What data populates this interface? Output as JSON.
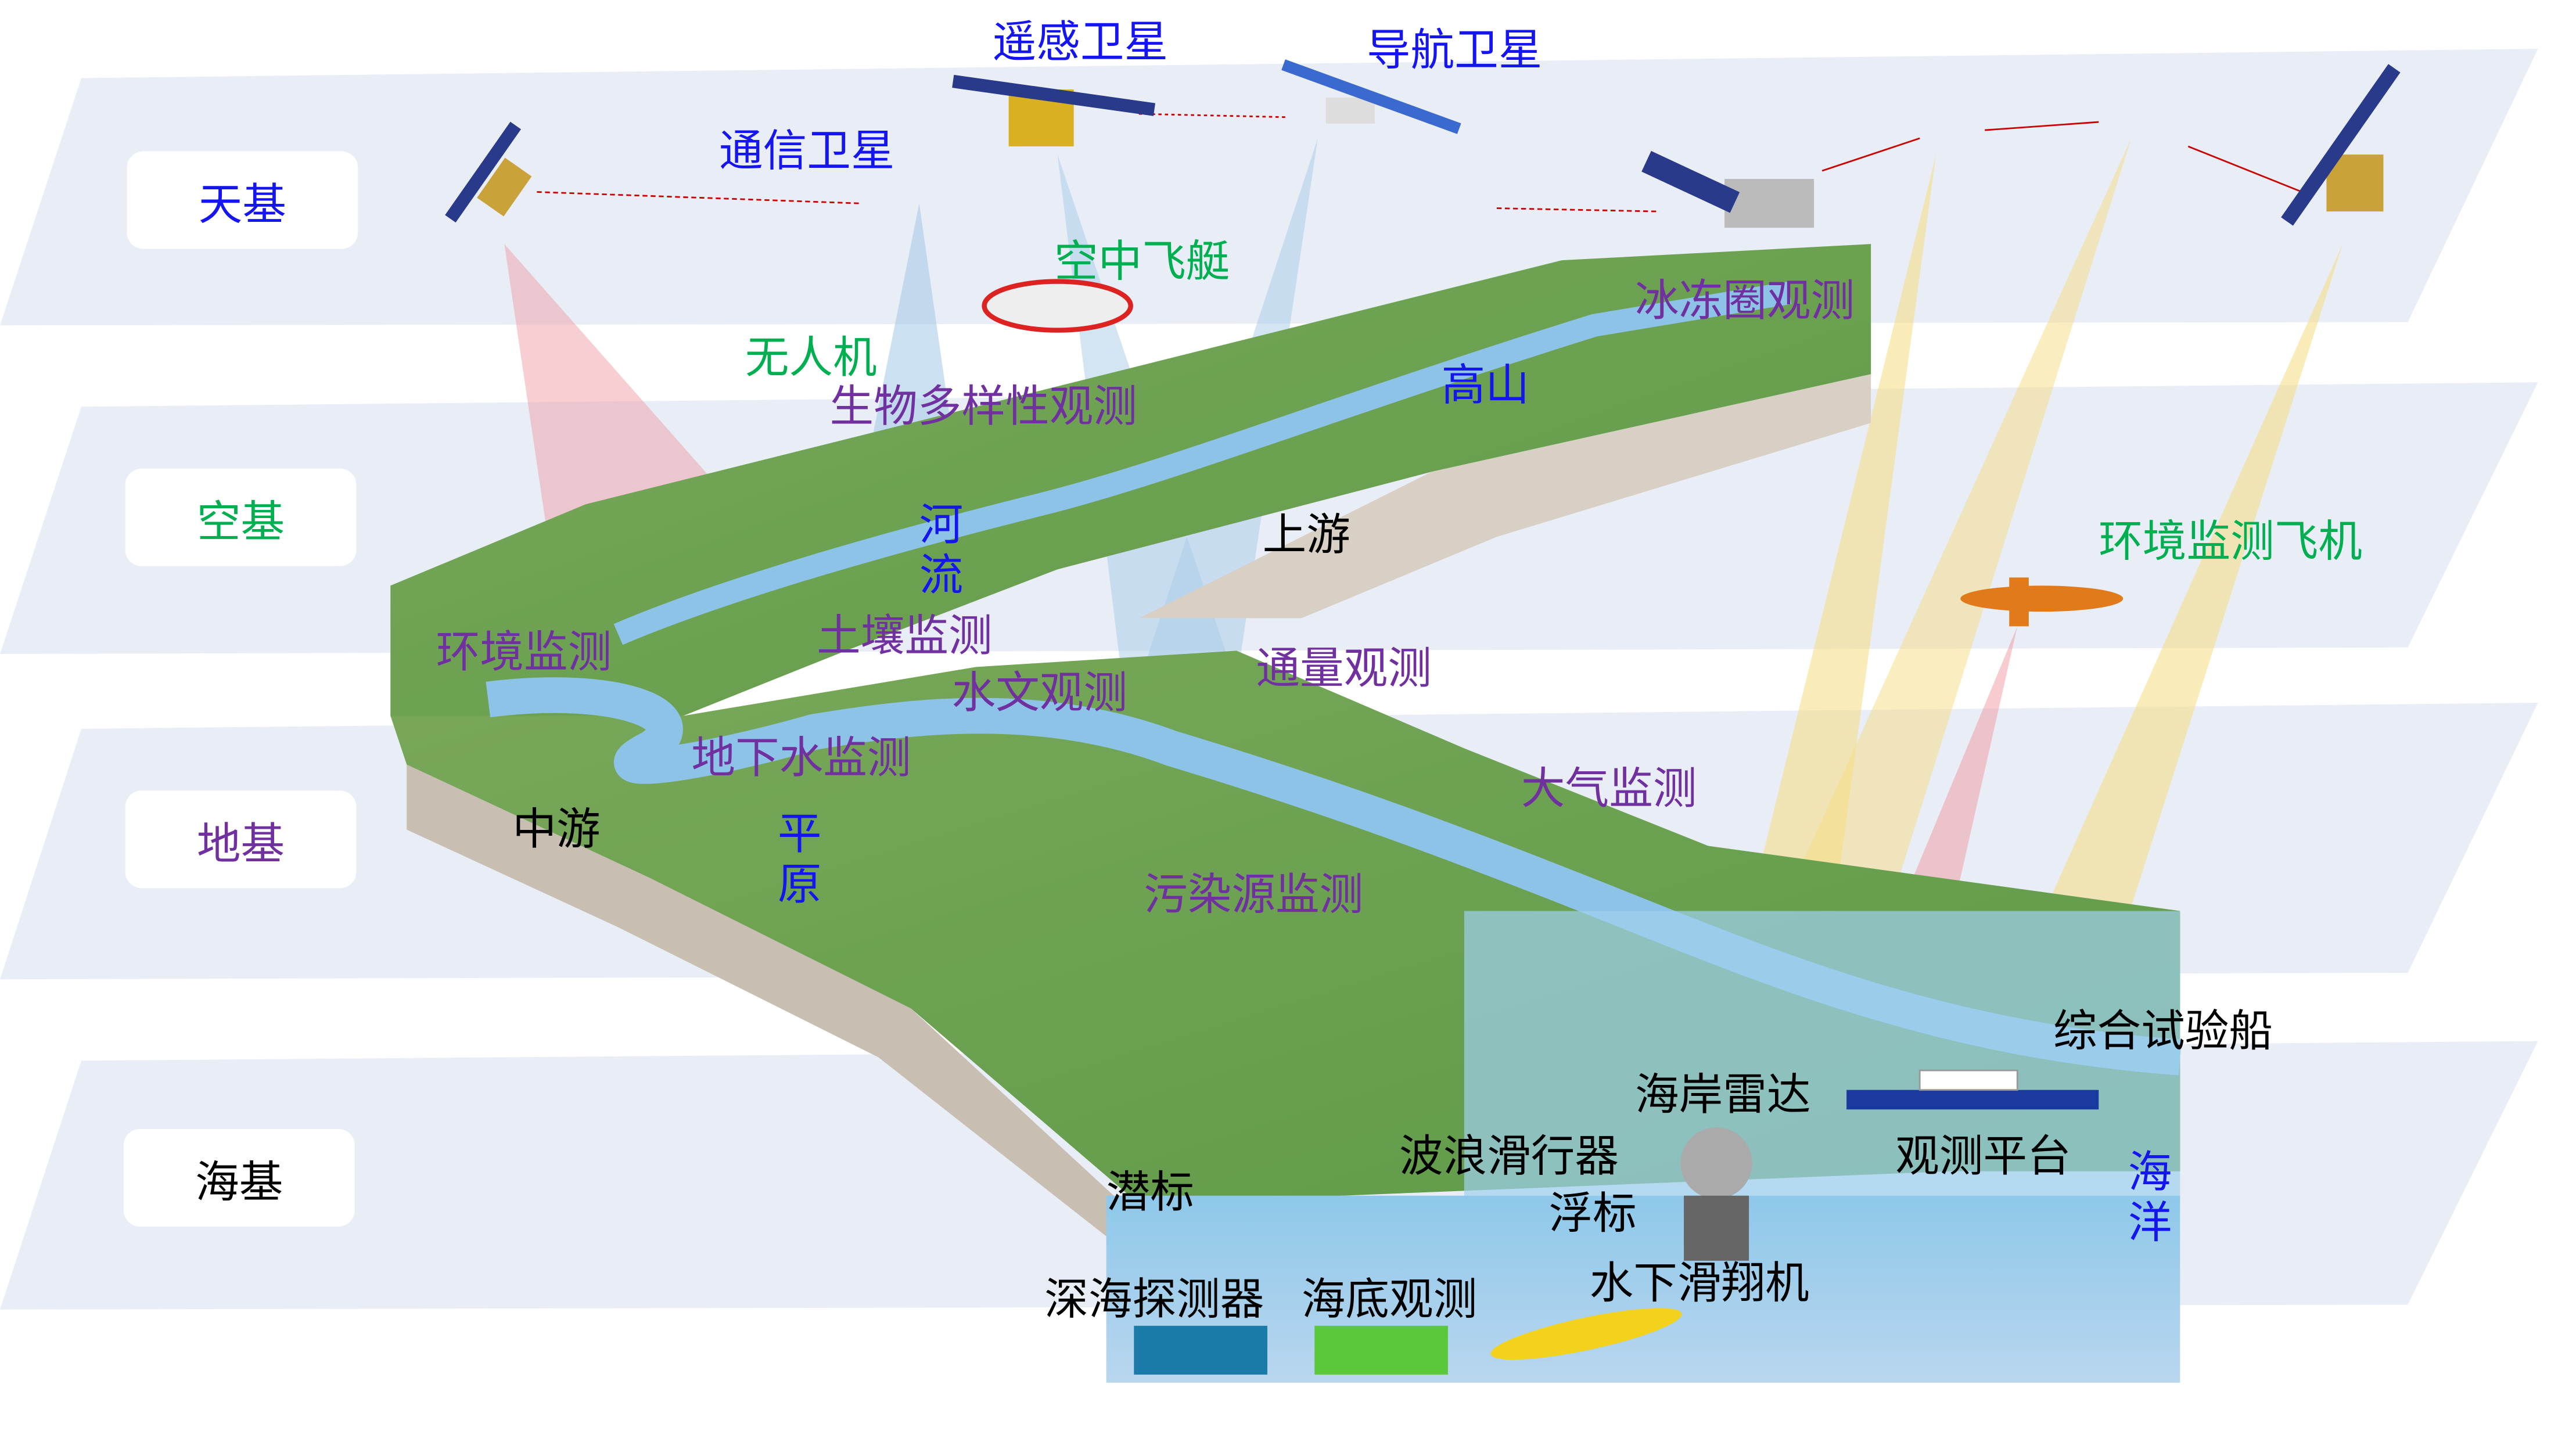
{
  "tiers": [
    {
      "label": "天基",
      "color": "#1515f0"
    },
    {
      "label": "空基",
      "color": "#00b050"
    },
    {
      "label": "地基",
      "color": "#7030a0"
    },
    {
      "label": "海基",
      "color": "#000000"
    }
  ],
  "space": {
    "remote_sensing": "遥感卫星",
    "navigation": "导航卫星",
    "communication": "通信卫星"
  },
  "air": {
    "airship": "空中飞艇",
    "drone": "无人机",
    "env_plane": "环境监测飞机"
  },
  "ground": {
    "biodiversity": "生物多样性观测",
    "river": "河流",
    "soil": "土壤监测",
    "env": "环境监测",
    "hydrology": "水文观测",
    "groundwater": "地下水监测",
    "flux": "通量观测",
    "atmosphere": "大气监测",
    "pollution": "污染源监测",
    "cryosphere": "冰冻圈观测",
    "mountain": "高山",
    "upstream": "上游",
    "midstream": "中游",
    "plain": "平原"
  },
  "sea": {
    "ship": "综合试验船",
    "radar": "海岸雷达",
    "wave_glider": "波浪滑行器",
    "platform": "观测平台",
    "ocean": "海洋",
    "subsurface_buoy": "潜标",
    "buoy": "浮标",
    "glider": "水下滑翔机",
    "deep_sea": "深海探测器",
    "seabed": "海底观测"
  },
  "colors": {
    "band": "#e8edf6",
    "space": "#1515f0",
    "air": "#00b050",
    "ground": "#7030a0",
    "sea": "#000000",
    "water": "#8cc3e6",
    "land": "#6aa84f"
  }
}
